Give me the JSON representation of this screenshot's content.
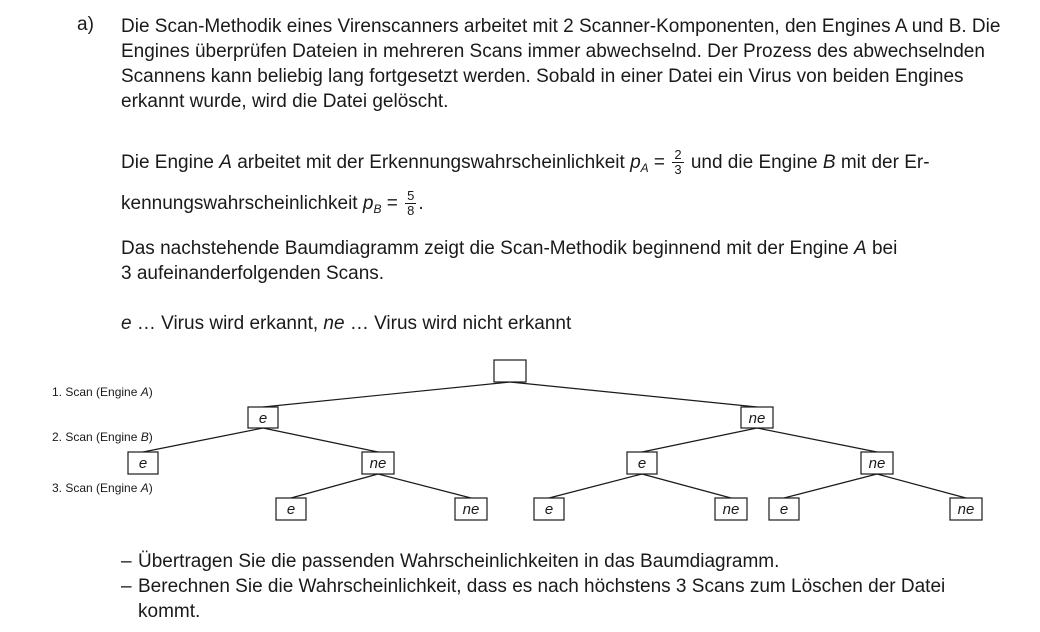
{
  "task_label": "a)",
  "para1": "Die Scan-Methodik eines Virenscanners arbeitet mit 2 Scanner-Komponenten, den Engines A und B. Die Engines überprüfen Dateien in mehreren Scans immer abwechselnd. Der Prozess des abwechselnden Scannens kann beliebig lang fortgesetzt werden. Sobald in einer Datei ein Virus von beiden Engines erkannt wurde, wird die Datei gelöscht.",
  "para2": {
    "part1": "Die Engine ",
    "engine_a": "A",
    "part2": " arbeitet mit der Erkennungswahrscheinlichkeit ",
    "p_symbol": "p",
    "sub_a": "A",
    "equals": " = ",
    "pa_num": "2",
    "pa_den": "3",
    "part3": " und die Engine ",
    "engine_b": "B",
    "part4": " mit der Er-",
    "part5": "kennungswahrscheinlichkeit ",
    "sub_b": "B",
    "pb_num": "5",
    "pb_den": "8",
    "period": "."
  },
  "para3": {
    "part1": "Das nachstehende Baumdiagramm zeigt die Scan-Methodik beginnend mit der Engine ",
    "engine": "A",
    "part2": " bei",
    "part3": "3 aufeinanderfolgenden Scans."
  },
  "legend": {
    "e": "e",
    "e_text": " … Virus wird erkannt, ",
    "ne": "ne",
    "ne_text": " … Virus wird nicht erkannt"
  },
  "tree": {
    "levels": [
      {
        "prefix": "1. Scan (Engine ",
        "engine": "A",
        "suffix": ")"
      },
      {
        "prefix": "2. Scan (Engine ",
        "engine": "B",
        "suffix": ")"
      },
      {
        "prefix": "3. Scan (Engine ",
        "engine": "A",
        "suffix": ")"
      }
    ],
    "nodes": {
      "l1": [
        "e",
        "ne"
      ],
      "l2": [
        "e",
        "ne",
        "e",
        "ne"
      ],
      "l3": [
        "e",
        "ne",
        "e",
        "ne",
        "e",
        "ne"
      ]
    }
  },
  "bullets": [
    "Übertragen Sie die passenden Wahrscheinlichkeiten in das Baumdiagramm.",
    "Berechnen Sie die Wahrscheinlichkeit, dass es nach höchstens 3 Scans zum Löschen der Datei kommt."
  ],
  "dash": "–"
}
